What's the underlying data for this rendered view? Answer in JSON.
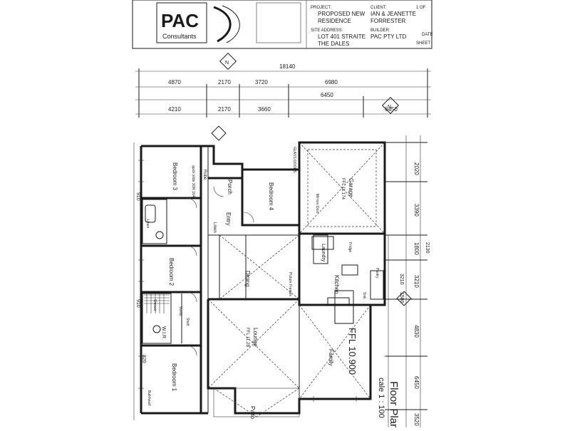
{
  "title_block": {
    "firm": "PAC",
    "firm_sub": "Consultants",
    "project_heading": "PROJECT:",
    "project_lines": [
      "PROPOSED NEW",
      "RESIDENCE"
    ],
    "site_heading": "SITE ADDRESS:",
    "site_lines": [
      "LOT 401 STRAITE",
      "THE DALES"
    ],
    "client_heading": "CLIENT:",
    "client_lines": [
      "IAN & JEANETTE",
      "FORRESTER"
    ],
    "builder_heading": "BUILDER:",
    "builder_lines": [
      "PAC PTY LTD"
    ],
    "date_label": "DATE",
    "sheet_label": "SHEET",
    "sheet_no": "1 OF"
  },
  "plan": {
    "title": "Floor Plan",
    "scale": "cale 1 : 100",
    "ffl": "FFL 10.900"
  },
  "rooms": [
    {
      "name": "Bedroom 3",
      "detail": ""
    },
    {
      "name": "Bedroom 2",
      "detail": ""
    },
    {
      "name": "Bedroom 1",
      "detail": ""
    },
    {
      "name": "Bedroom 4",
      "detail": ""
    },
    {
      "name": "Garage",
      "detail": "FFL 11.174"
    },
    {
      "name": "Entry",
      "detail": ""
    },
    {
      "name": "Porch",
      "detail": ""
    },
    {
      "name": "Dining",
      "detail": ""
    },
    {
      "name": "Lounge",
      "detail": "FFL 11.2B"
    },
    {
      "name": "Family",
      "detail": ""
    },
    {
      "name": "Kitchen",
      "detail": ""
    },
    {
      "name": "Laundry",
      "detail": ""
    },
    {
      "name": "W.I.R",
      "detail": ""
    },
    {
      "name": "Patio",
      "detail": ""
    },
    {
      "name": "Robe",
      "detail": ""
    },
    {
      "name": "Linen",
      "detail": ""
    }
  ],
  "dimensions": {
    "top_overall": "18140",
    "top_row1": [
      "4870",
      "2170",
      "3720",
      "6980"
    ],
    "top_row2": [
      "4210",
      "2170",
      "3660",
      "6450",
      "6450"
    ],
    "bottom_row": [
      "3520",
      "6450",
      "4830",
      "3210",
      "1800",
      "3390",
      "2020"
    ],
    "bottom_row2": [
      "3210",
      "1580",
      "2130"
    ],
    "left": [
      "910",
      "910",
      "820"
    ]
  },
  "annotations": [
    "quick slide 3OR 1648",
    "Mirrors Door",
    "Picture Frames",
    "Shower",
    "Vanity",
    "Pantry",
    "Fridge",
    "Sink",
    "GLASS DOORS",
    "Bulkhead",
    "Shelf",
    "Linen"
  ]
}
